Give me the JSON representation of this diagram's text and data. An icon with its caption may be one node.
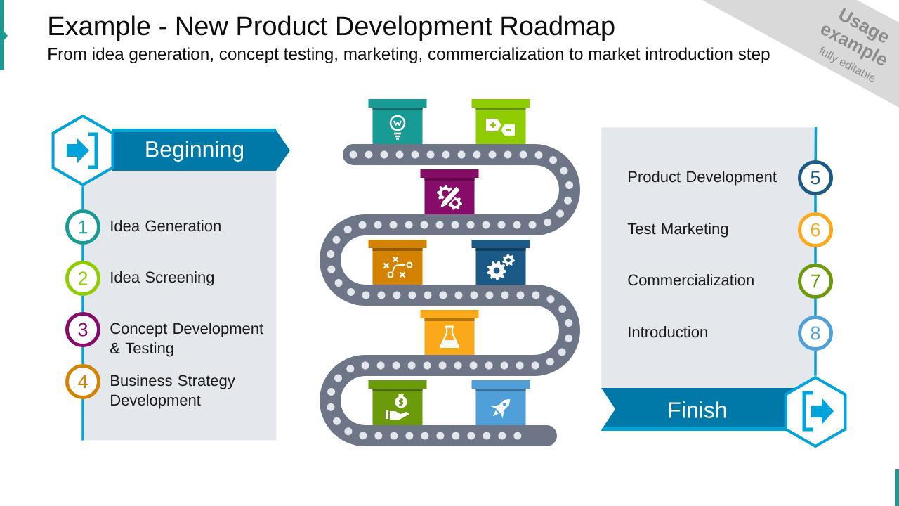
{
  "diagram": {
    "title": "Example - New Product Development Roadmap",
    "nodes": [
      {
        "text": [
          "Beginning"
        ]
      },
      {
        "text": [],
        "shape": "hexagon"
      },
      {
        "text": [
          "Idea Generation",
          "Idea Screening",
          "Concept Development & Testing",
          "Business Strategy Development"
        ]
      },
      {
        "text": [
          "1"
        ]
      },
      {
        "text": [
          "2"
        ]
      },
      {
        "text": [
          "3"
        ]
      },
      {
        "text": [
          "4"
        ]
      },
      {
        "text": [
          "Product Development",
          "Test Marketing",
          "Commercialization",
          "Introduction"
        ]
      },
      {
        "text": [
          "5"
        ]
      },
      {
        "text": [
          "6"
        ]
      },
      {
        "text": [
          "7"
        ]
      },
      {
        "text": [
          "8"
        ]
      },
      {
        "text": [
          "Finish"
        ]
      },
      {
        "text": [],
        "shape": "hexagon"
      }
    ],
    "edges": [
      {
        "from": 1,
        "to": 3,
        "arrow": "none"
      },
      {
        "from": 3,
        "to": 4,
        "arrow": "none"
      },
      {
        "from": 4,
        "to": 5,
        "arrow": "none"
      },
      {
        "from": 5,
        "to": 6,
        "arrow": "none"
      },
      {
        "from": 6,
        "to": 2,
        "arrow": "none"
      },
      {
        "from": 7,
        "to": 8,
        "arrow": "none"
      },
      {
        "from": 8,
        "to": 9,
        "arrow": "none"
      },
      {
        "from": 9,
        "to": 10,
        "arrow": "none"
      },
      {
        "from": 10,
        "to": 11,
        "arrow": "none"
      },
      {
        "from": 11,
        "to": 13,
        "arrow": "none"
      }
    ],
    "labels": [
      "From idea generation, concept testing, marketing, commercialization to market introduction step",
      "Usage example",
      "fully editable"
    ]
  }
}
